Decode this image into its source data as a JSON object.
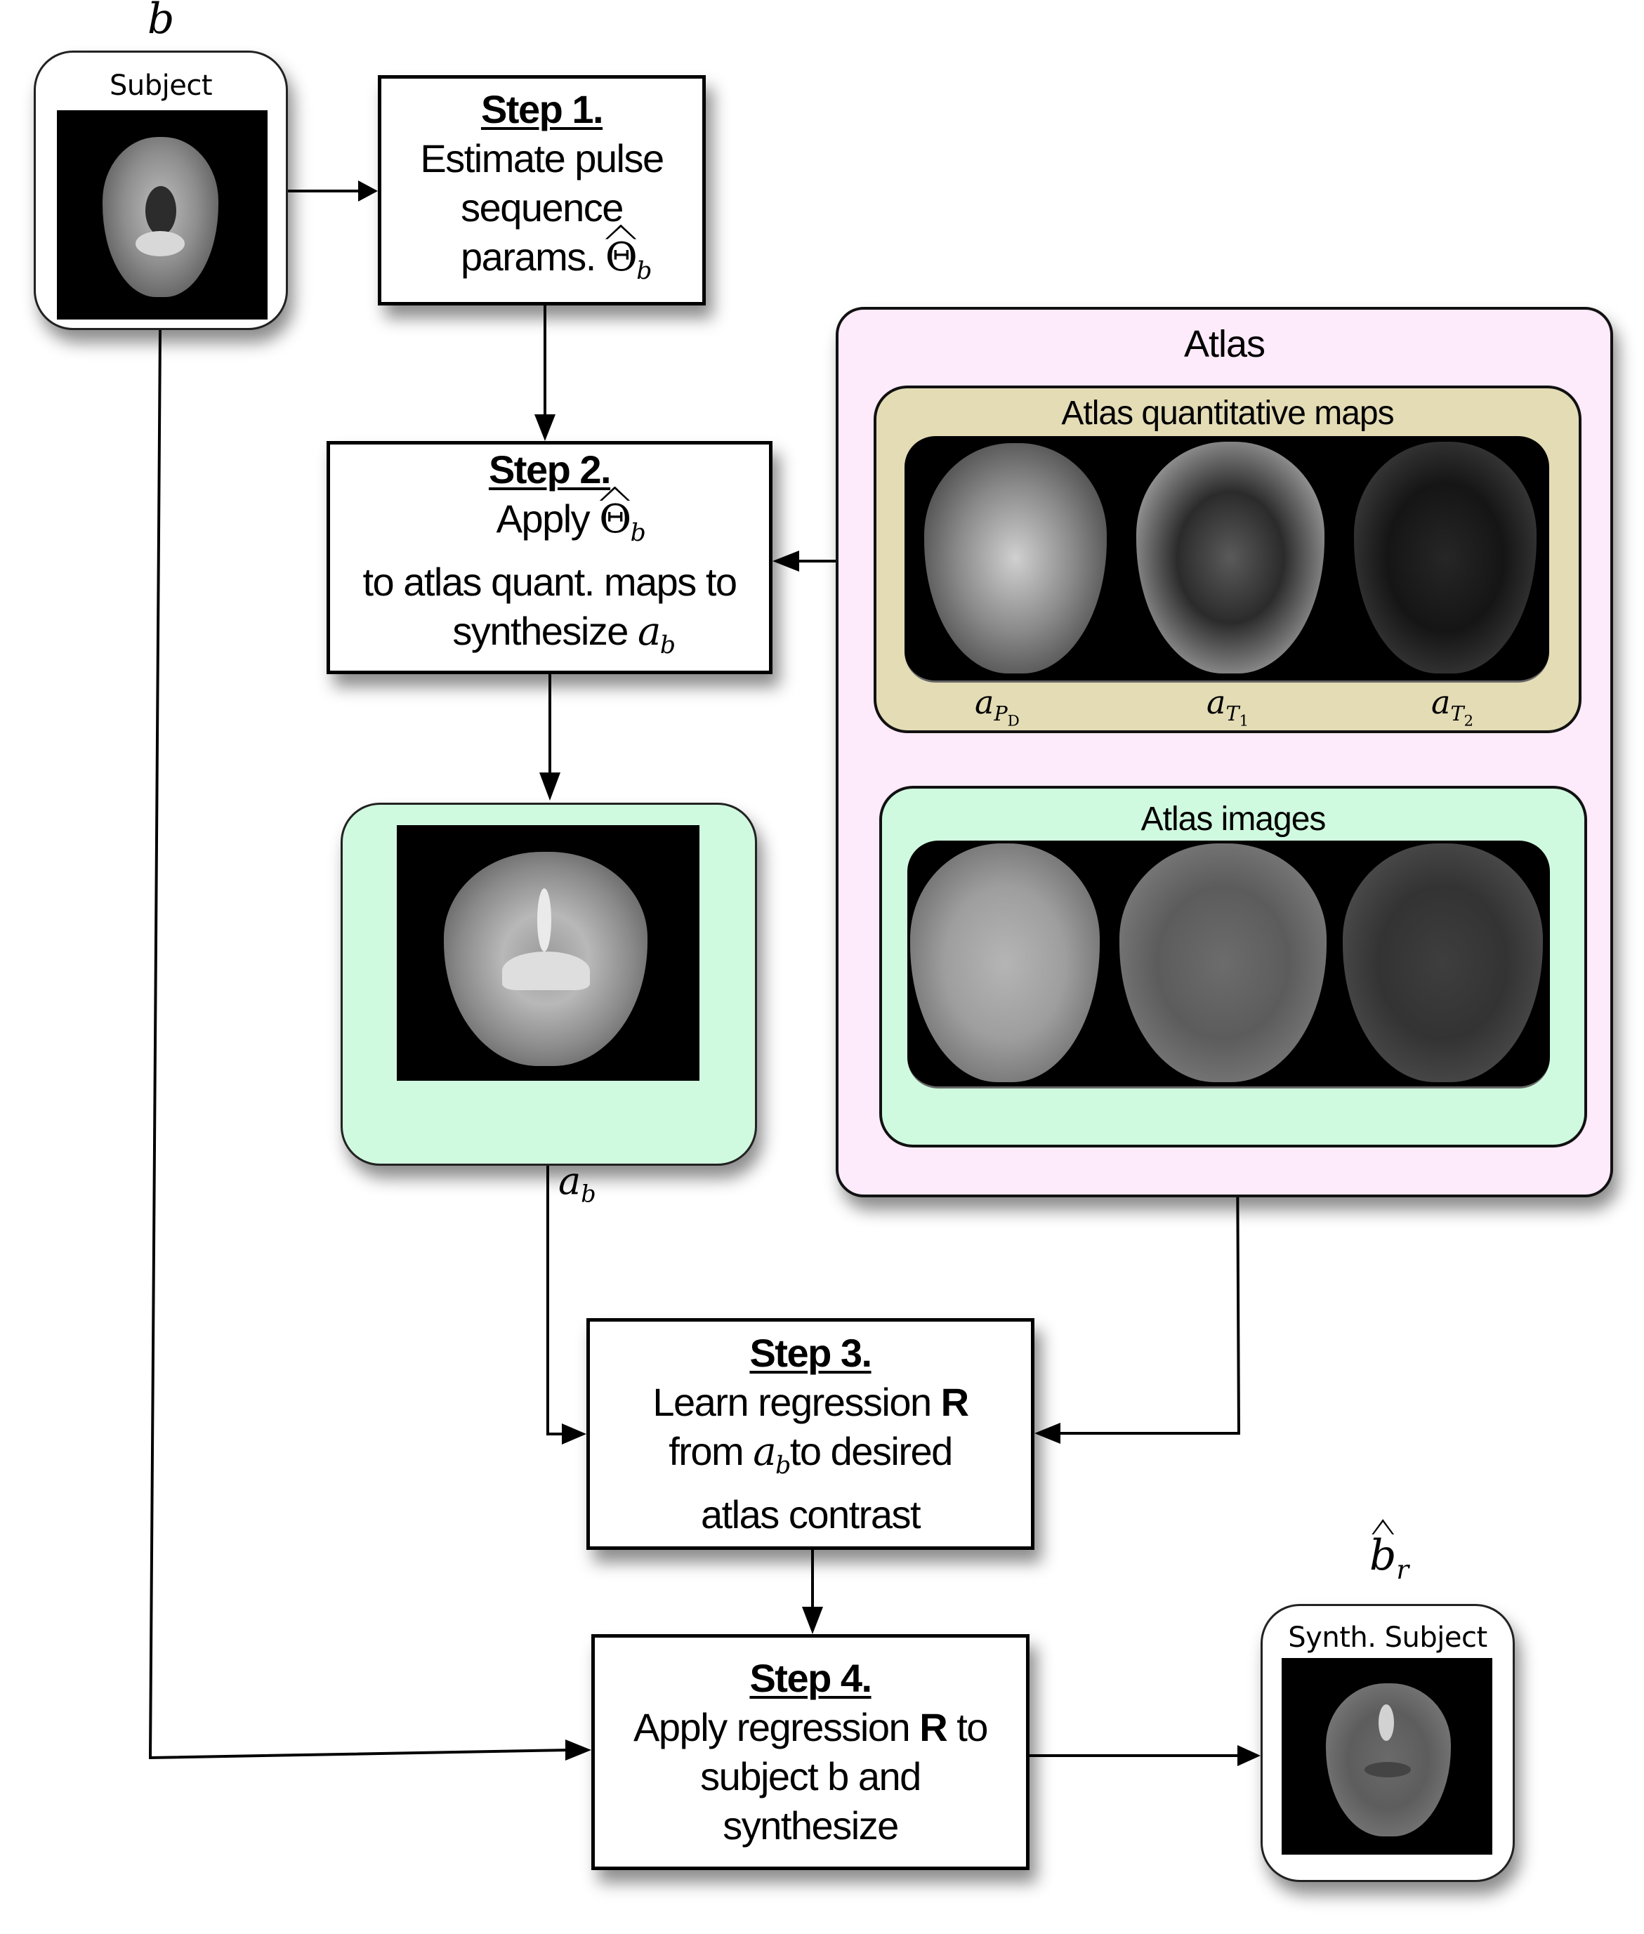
{
  "subject": {
    "symbol": "b",
    "card_title": "Subject",
    "image_desc": "axial T1-weighted brain MRI"
  },
  "step1": {
    "title": "Step 1.",
    "lines": [
      "Estimate pulse",
      "sequence"
    ],
    "last_line_text": "params.",
    "math_symbol": "Θ",
    "math_subscript": "b"
  },
  "step2": {
    "title": "Step 2.",
    "line1_text": "Apply",
    "math_symbol": "Θ",
    "math_subscript": "b",
    "line2": "to atlas quant. maps to",
    "line3_text": "synthesize",
    "line3_math": "a",
    "line3_sub": "b"
  },
  "synthesized_atlas": {
    "label_symbol": "a",
    "label_subscript": "b",
    "image_desc": "synthesized atlas image a_b"
  },
  "atlas": {
    "title": "Atlas",
    "quant_maps": {
      "title": "Atlas quantitative maps",
      "colors": {
        "panel": "#e3dcb5"
      },
      "maps": [
        {
          "symbol": "a",
          "subscript": "P",
          "sub_subscript": "D",
          "desc": "proton density map"
        },
        {
          "symbol": "a",
          "subscript": "T",
          "sub_subscript": "1",
          "desc": "T1 map"
        },
        {
          "symbol": "a",
          "subscript": "T",
          "sub_subscript": "2",
          "desc": "T2 map"
        }
      ]
    },
    "images": {
      "title": "Atlas images",
      "colors": {
        "panel": "#d0fadf"
      },
      "items": [
        {
          "desc": "atlas T1-weighted image"
        },
        {
          "desc": "atlas PD-weighted image"
        },
        {
          "desc": "atlas T2-weighted image"
        }
      ]
    },
    "colors": {
      "background": "#fdeafa"
    }
  },
  "step3": {
    "title": "Step 3.",
    "line1_text": "Learn regression",
    "line1_bold": "R",
    "line2_pre": "from",
    "line2_math": "a",
    "line2_sub": "b",
    "line2_post": "to desired",
    "line3": "atlas contrast"
  },
  "step4": {
    "title": "Step 4.",
    "line1_pre": "Apply regression",
    "line1_bold": "R",
    "line1_post": "to",
    "line2": "subject b and",
    "line3": "synthesize"
  },
  "synth_subject": {
    "symbol": "b",
    "subscript": "r",
    "card_title": "Synth. Subject",
    "image_desc": "synthesized subject image"
  },
  "colors": {
    "mint_card": "#d0fadf",
    "border": "#000000"
  }
}
